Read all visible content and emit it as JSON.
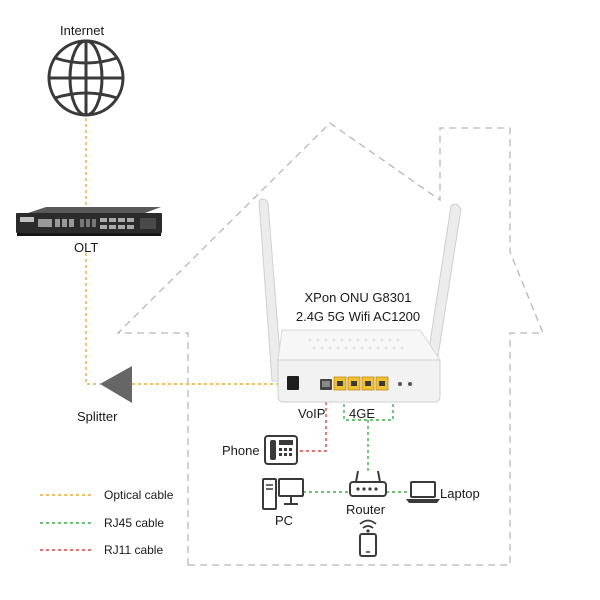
{
  "labels": {
    "internet": "Internet",
    "olt": "OLT",
    "splitter": "Splitter",
    "onu_model": "XPon ONU G8301",
    "onu_spec": "2.4G 5G Wifi AC1200",
    "voip": "VoIP",
    "four_ge": "4GE",
    "phone": "Phone",
    "pc": "PC",
    "router": "Router",
    "laptop": "Laptop"
  },
  "legend": [
    {
      "label": "Optical cable",
      "color": "#f0a830"
    },
    {
      "label": "RJ45 cable",
      "color": "#3cb043"
    },
    {
      "label": "RJ11 cable",
      "color": "#e8403a"
    }
  ],
  "colors": {
    "house_outline": "#b8b8b8",
    "device": "#f2f2f2",
    "device_stroke": "#cfcfcf",
    "icon_dark": "#3a3a3a",
    "olt_body": "#2b2b2b",
    "port_yellow": "#f2c12e"
  },
  "icons": [
    "globe-icon",
    "olt-device-icon",
    "splitter-icon",
    "onu-router-icon",
    "phone-icon",
    "pc-icon",
    "router-icon",
    "laptop-icon",
    "smartphone-icon",
    "wifi-icon"
  ]
}
